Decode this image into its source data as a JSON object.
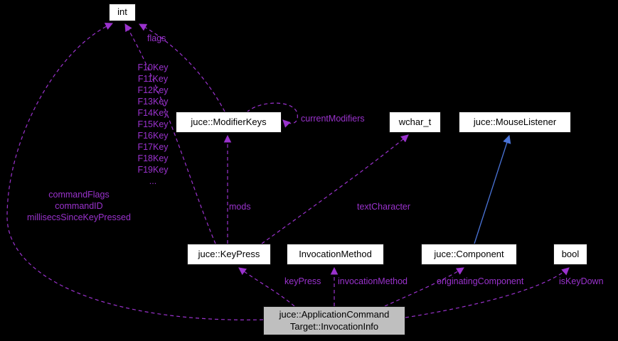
{
  "diagram": {
    "nodes": {
      "int": {
        "label": "int"
      },
      "modifier_keys": {
        "label": "juce::ModifierKeys"
      },
      "wchar_t": {
        "label": "wchar_t"
      },
      "mouse_listener": {
        "label": "juce::MouseListener"
      },
      "key_press": {
        "label": "juce::KeyPress"
      },
      "invocation_method": {
        "label": "InvocationMethod"
      },
      "component": {
        "label": "juce::Component"
      },
      "bool": {
        "label": "bool"
      },
      "invocation_info": {
        "lines": [
          "juce::ApplicationCommand",
          "Target::InvocationInfo"
        ]
      }
    },
    "edge_labels": {
      "flags": "flags",
      "fkeys": [
        "F10Key",
        "F11Key",
        "F12Key",
        "F13Key",
        "F14Key",
        "F15Key",
        "F16Key",
        "F17Key",
        "F18Key",
        "F19Key",
        "..."
      ],
      "current_modifiers": "currentModifiers",
      "mods": "mods",
      "text_character": "textCharacter",
      "command_fields": [
        "commandFlags",
        "commandID",
        "millisecsSinceKeyPressed"
      ],
      "key_press": "keyPress",
      "invocation_method": "invocationMethod",
      "originating_component": "originatingComponent",
      "is_key_down": "isKeyDown"
    },
    "colors": {
      "background": "#000000",
      "node_fill": "#ffffff",
      "node_highlight_fill": "#bfbfbf",
      "node_text": "#000000",
      "edge_usage": "#9a32cd",
      "edge_inheritance": "#4a74d8",
      "label_text": "#9a32cd"
    }
  }
}
